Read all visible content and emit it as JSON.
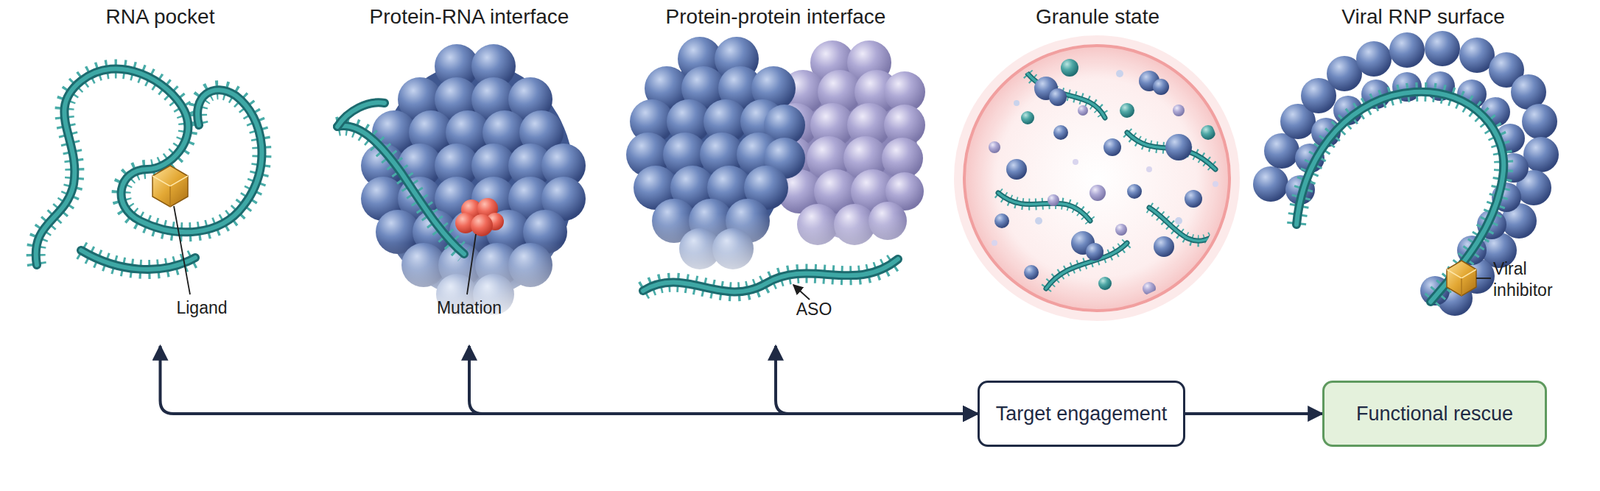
{
  "diagram": {
    "nodes": [
      {
        "text": [
          "RNA pocket",
          "Ligand"
        ]
      },
      {
        "text": [
          "Protein-RNA interface",
          "Mutation"
        ]
      },
      {
        "text": [
          "Protein-protein interface",
          "ASO"
        ]
      },
      {
        "text": [
          "Granule state"
        ]
      },
      {
        "text": [
          "Viral RNP surface",
          "Viral inhibitor"
        ]
      },
      {
        "text": [
          "Target engagement"
        ]
      },
      {
        "text": [
          "Functional rescue"
        ]
      }
    ],
    "edges": [
      {
        "from": 0,
        "to": 5,
        "arrow": "both"
      },
      {
        "from": 1,
        "to": 5,
        "arrow": "both"
      },
      {
        "from": 2,
        "to": 5,
        "arrow": "both"
      },
      {
        "from": 5,
        "to": 6,
        "arrow": "to"
      }
    ]
  }
}
